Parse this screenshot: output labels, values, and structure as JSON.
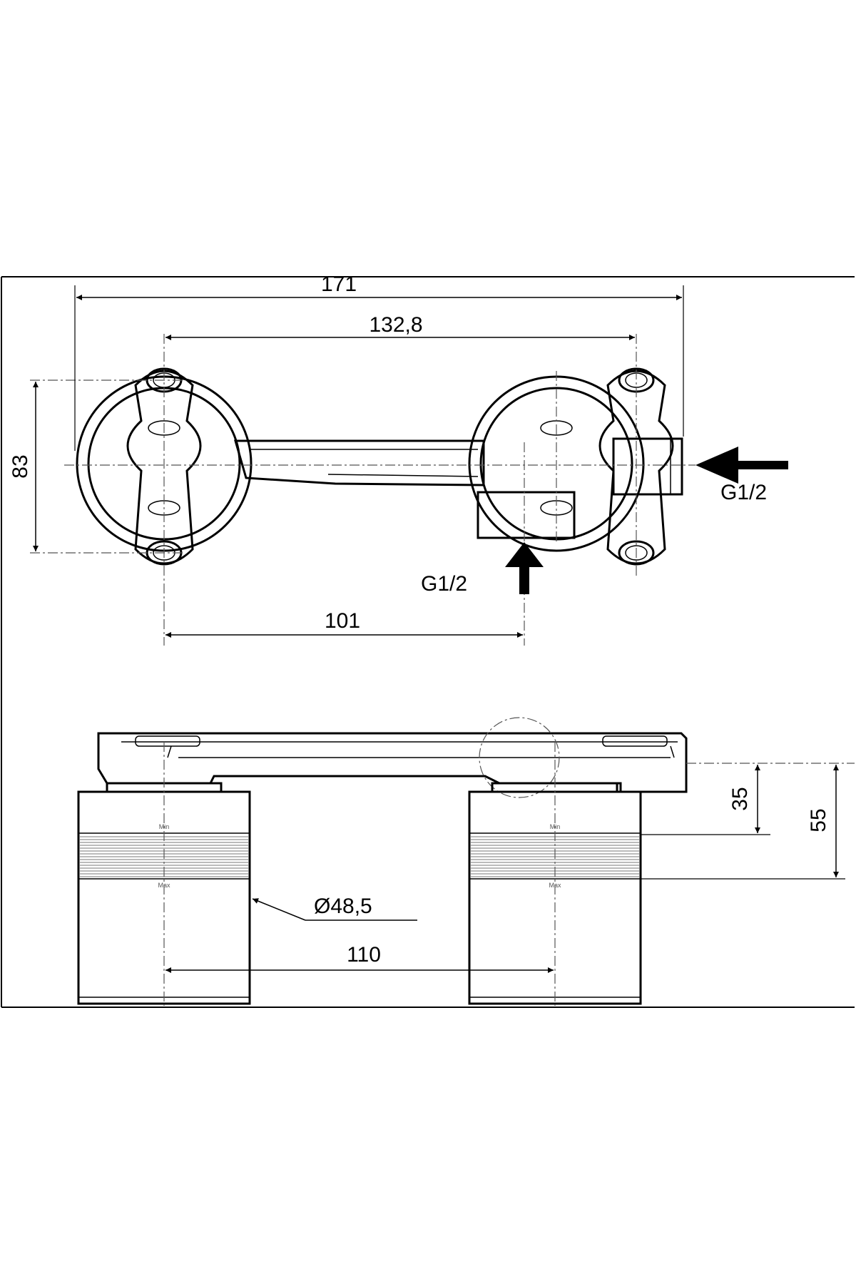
{
  "top_view": {
    "overall_width": "171",
    "hole_spacing": "132,8",
    "height": "83",
    "outlet_offset": "101",
    "inlet_side_label": "G1/2",
    "inlet_bottom_label": "G1/2"
  },
  "side_view": {
    "depth_min": "35",
    "depth_max": "55",
    "diameter": "Ø48,5",
    "outlet_spacing": "110",
    "min_mark": "Min",
    "max_mark": "Max"
  }
}
